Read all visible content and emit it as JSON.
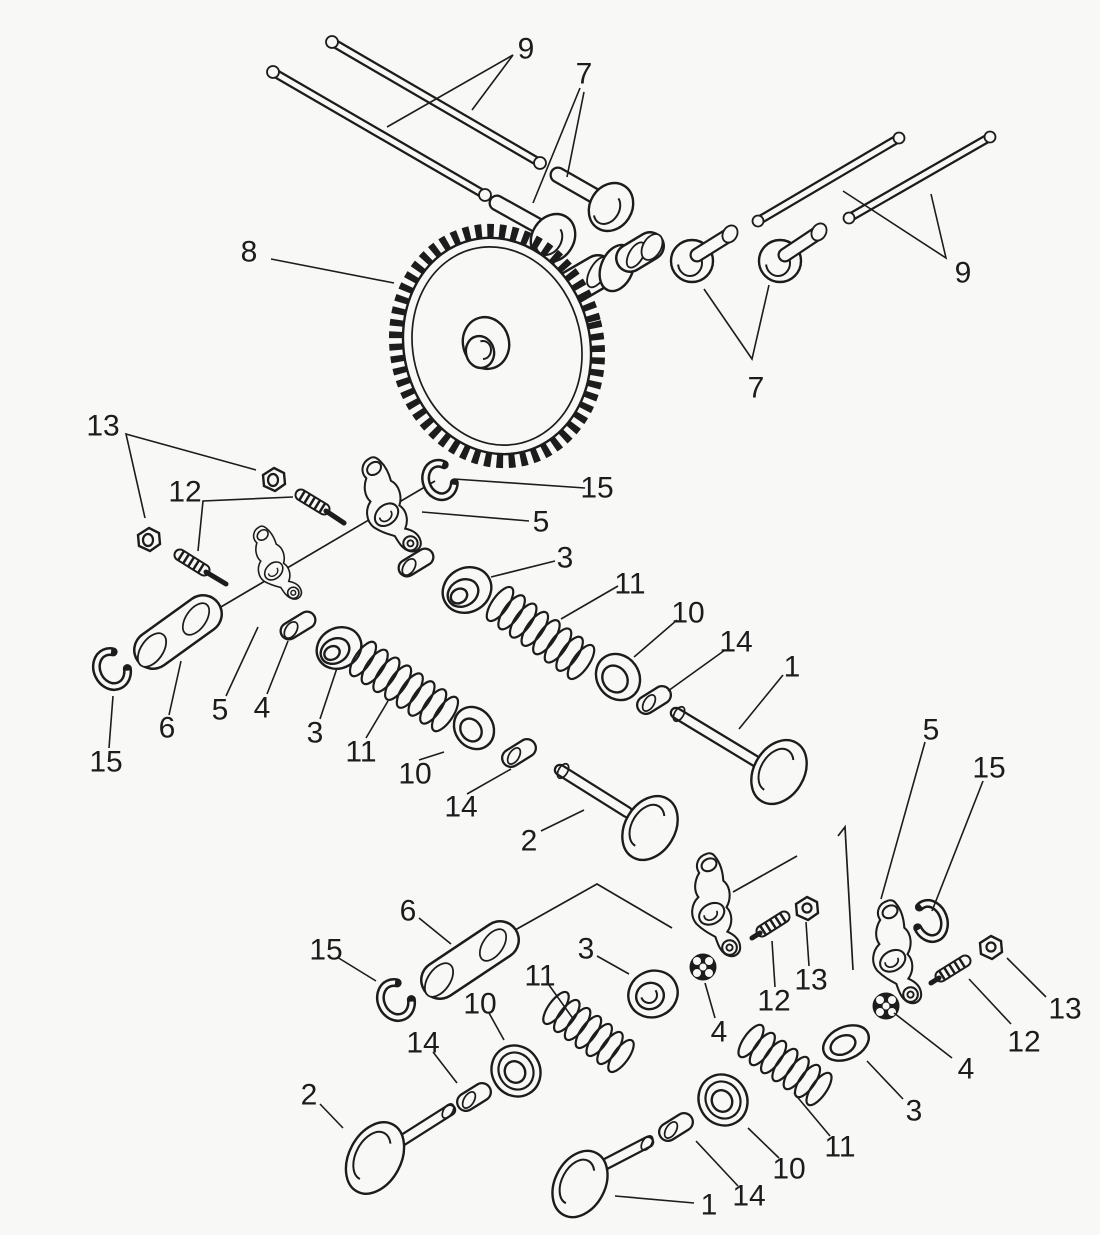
{
  "figure": {
    "background_color": "#f8f8f7",
    "ink_color": "#1c1c1c"
  },
  "callouts": [
    "9",
    "7",
    "8",
    "9",
    "7",
    "13",
    "12",
    "15",
    "5",
    "3",
    "11",
    "10",
    "14",
    "1",
    "6",
    "15",
    "5",
    "4",
    "3",
    "11",
    "10",
    "14",
    "2",
    "6",
    "15",
    "3",
    "11",
    "10",
    "14",
    "2",
    "5",
    "15",
    "13",
    "12",
    "4",
    "13",
    "12",
    "4",
    "3",
    "11",
    "10",
    "14",
    "1"
  ]
}
